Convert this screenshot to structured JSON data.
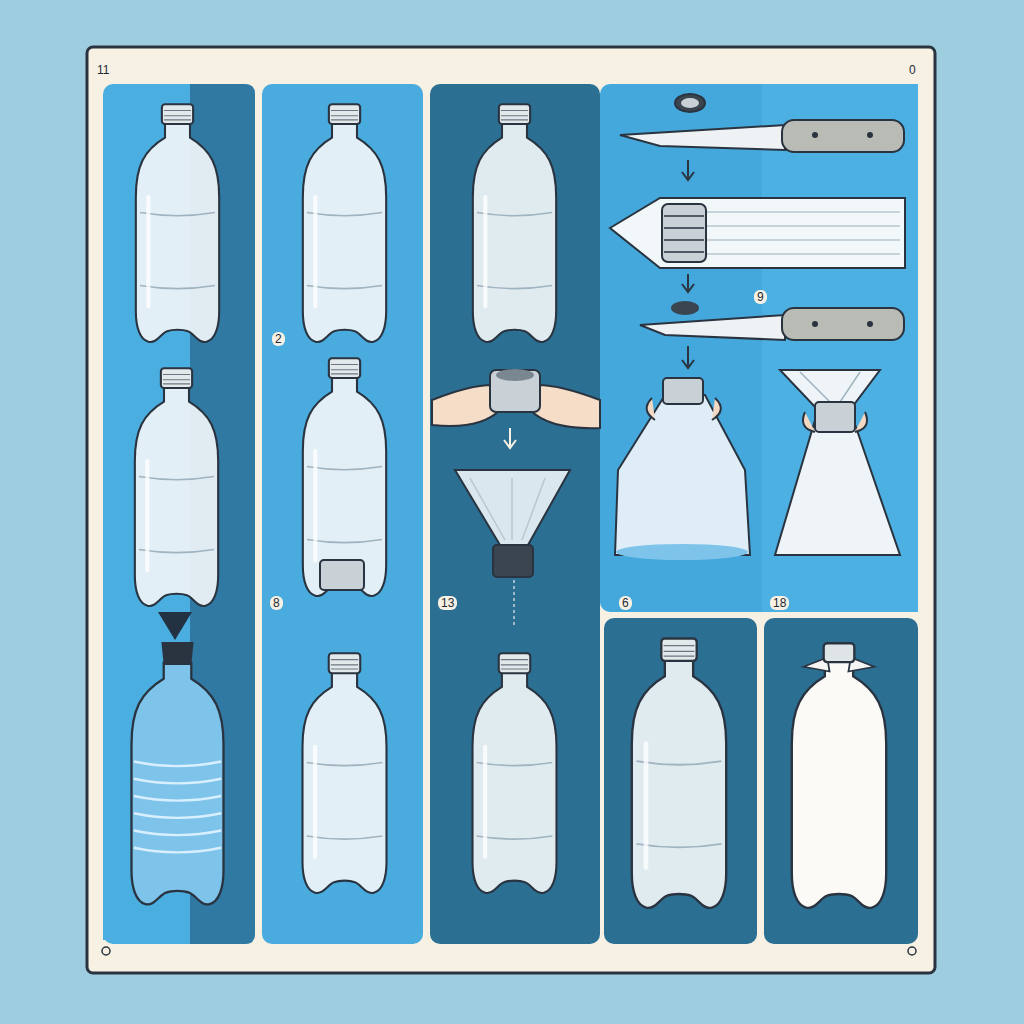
{
  "diagram": {
    "labels": [
      "11",
      "0",
      "2",
      "9",
      "8",
      "13",
      "6",
      "18"
    ]
  }
}
